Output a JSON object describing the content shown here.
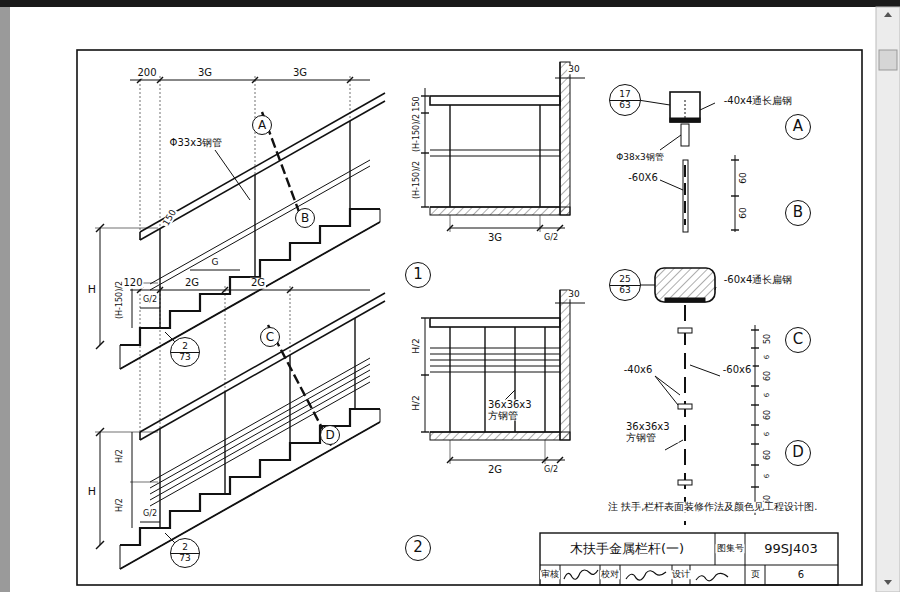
{
  "diagram": {
    "title": "木扶手金属栏杆(一)",
    "nodes": [
      {
        "text": [
          "A"
        ]
      },
      {
        "text": [
          "B"
        ]
      },
      {
        "text": [
          "2",
          "73"
        ]
      },
      {
        "text": [
          "1"
        ]
      },
      {
        "text": [
          "17",
          "63"
        ]
      },
      {
        "text": [
          "A"
        ]
      },
      {
        "text": [
          "B"
        ]
      },
      {
        "text": [
          "C"
        ]
      },
      {
        "text": [
          "D"
        ]
      },
      {
        "text": [
          "2",
          "73"
        ]
      },
      {
        "text": [
          "2"
        ]
      },
      {
        "text": [
          "25",
          "63"
        ]
      },
      {
        "text": [
          "C"
        ]
      },
      {
        "text": [
          "D"
        ]
      }
    ],
    "labels": [
      "200",
      "3G",
      "3G",
      "Φ33x3钢管",
      "150",
      "H",
      "(H-150)/2",
      "G/2",
      "G",
      "30",
      "150",
      "(H-150)/2",
      "(H-150)/2",
      "3G",
      "G/2",
      "-40x4通长扁钢",
      "Φ38x3钢管",
      "-60X6",
      "60",
      "60",
      "30",
      "H/2",
      "H/2",
      "36x36x3 方钢管",
      "2G",
      "G/2",
      "-60x4通长扁钢",
      "-40x6",
      "-60x6",
      "50",
      "6",
      "60",
      "6",
      "60",
      "6",
      "60",
      "6",
      "60",
      "36x36x3 方钢管",
      "120",
      "2G",
      "2G",
      "H/2",
      "H/2",
      "H",
      "G/2",
      "注 扶手,栏杆表面装修作法及颜色见工程设计图.",
      "图集号",
      "99SJ403",
      "审核",
      "校对",
      "设计",
      "页",
      "6"
    ]
  }
}
